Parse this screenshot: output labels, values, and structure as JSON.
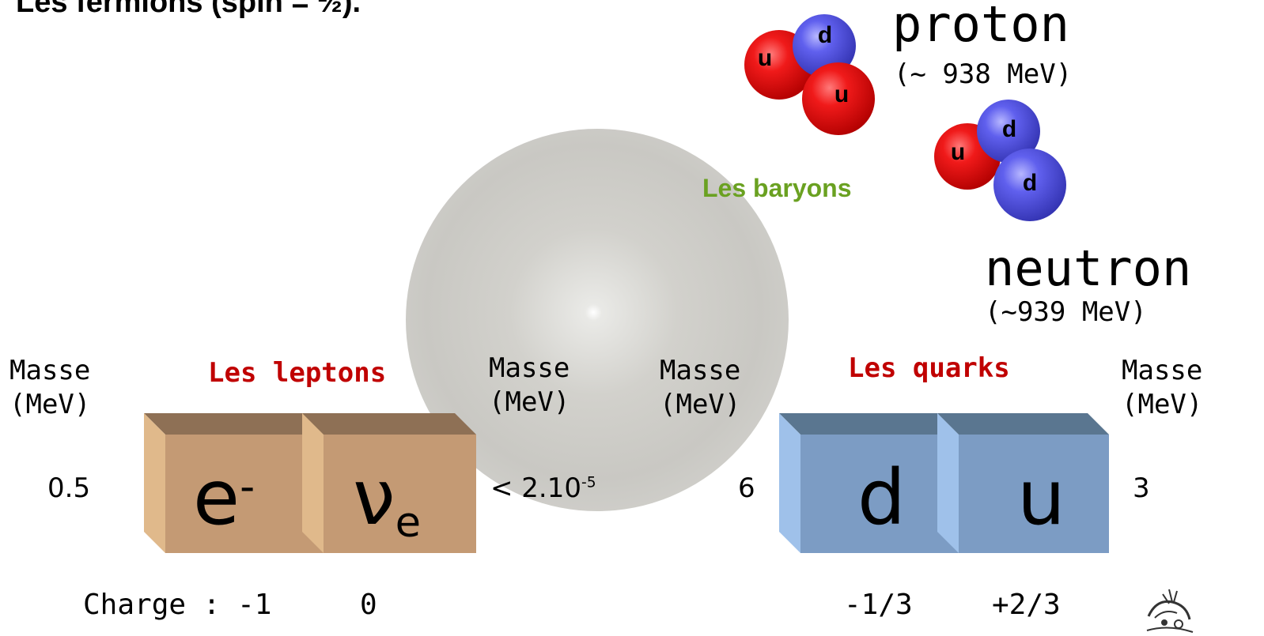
{
  "title": "Les fermions (spin = ½).",
  "protons": {
    "name": "proton",
    "mass": "(~ 938 MeV)",
    "quarks": [
      "u",
      "d",
      "u"
    ]
  },
  "neutron": {
    "name": "neutron",
    "mass": "(~939 MeV)",
    "quarks": [
      "u",
      "d",
      "d"
    ]
  },
  "baryons_label": "Les baryons",
  "leptons": {
    "title": "Les leptons",
    "mass_label_left": {
      "line1": "Masse",
      "line2": "(MeV)"
    },
    "mass_label_right": {
      "line1": "Masse",
      "line2": "(MeV)"
    },
    "electron": {
      "symbol": "e",
      "sup": "-",
      "mass": "0.5",
      "charge": "Charge : -1"
    },
    "neutrino": {
      "symbol": "ν",
      "sub": "e",
      "mass_prefix": "< 2.10",
      "mass_exp": "-5",
      "charge": "0"
    }
  },
  "quarks": {
    "title": "Les quarks",
    "mass_label_left": {
      "line1": "Masse",
      "line2": "(MeV)"
    },
    "mass_label_right": {
      "line1": "Masse",
      "line2": "(MeV)"
    },
    "down": {
      "symbol": "d",
      "mass": "6",
      "charge": "-1/3"
    },
    "up": {
      "symbol": "u",
      "mass": "3",
      "charge": "+2/3"
    }
  },
  "colors": {
    "lepton_cube_front": "#c49a74",
    "lepton_cube_top": "#8e7055",
    "lepton_cube_left": "#e0b98b",
    "quark_cube_front": "#7c9cc4",
    "quark_cube_top": "#5a7690",
    "quark_cube_left": "#9fc1ea",
    "up_quark_ball": "#e8151c",
    "down_quark_ball": "#5151e0",
    "leptons_title": "#c00000",
    "quarks_title": "#c00000",
    "baryons_label": "#6aa121"
  },
  "icons": {
    "corner_logo": "cartoon-character-logo"
  }
}
